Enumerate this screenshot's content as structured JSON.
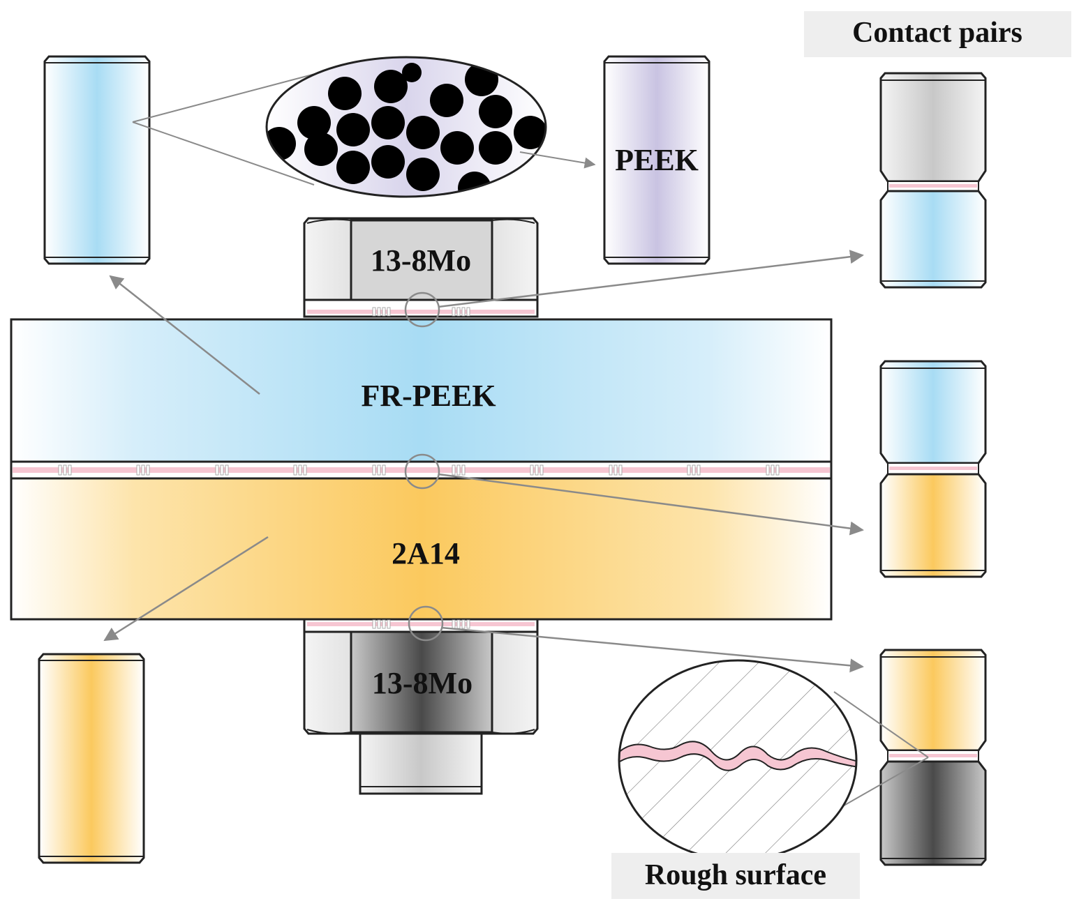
{
  "labels": {
    "contact_pairs": "Contact pairs",
    "peek": "PEEK",
    "bolt_head_material": "13-8Mo",
    "nut_material": "13-8Mo",
    "upper_plate": "FR-PEEK",
    "lower_plate": "2A14",
    "rough_surface": "Rough surface"
  },
  "colors": {
    "fr_peek": "#a8dcf4",
    "aluminum": "#fbc95e",
    "peek": "#c9c3e2",
    "steel_light": "#cfcfcf",
    "steel_dark": "#4a4a4a",
    "contact_layer": "#f6c6d2",
    "arrow": "#8a8a8a",
    "caption_bg": "#eeeeee"
  }
}
